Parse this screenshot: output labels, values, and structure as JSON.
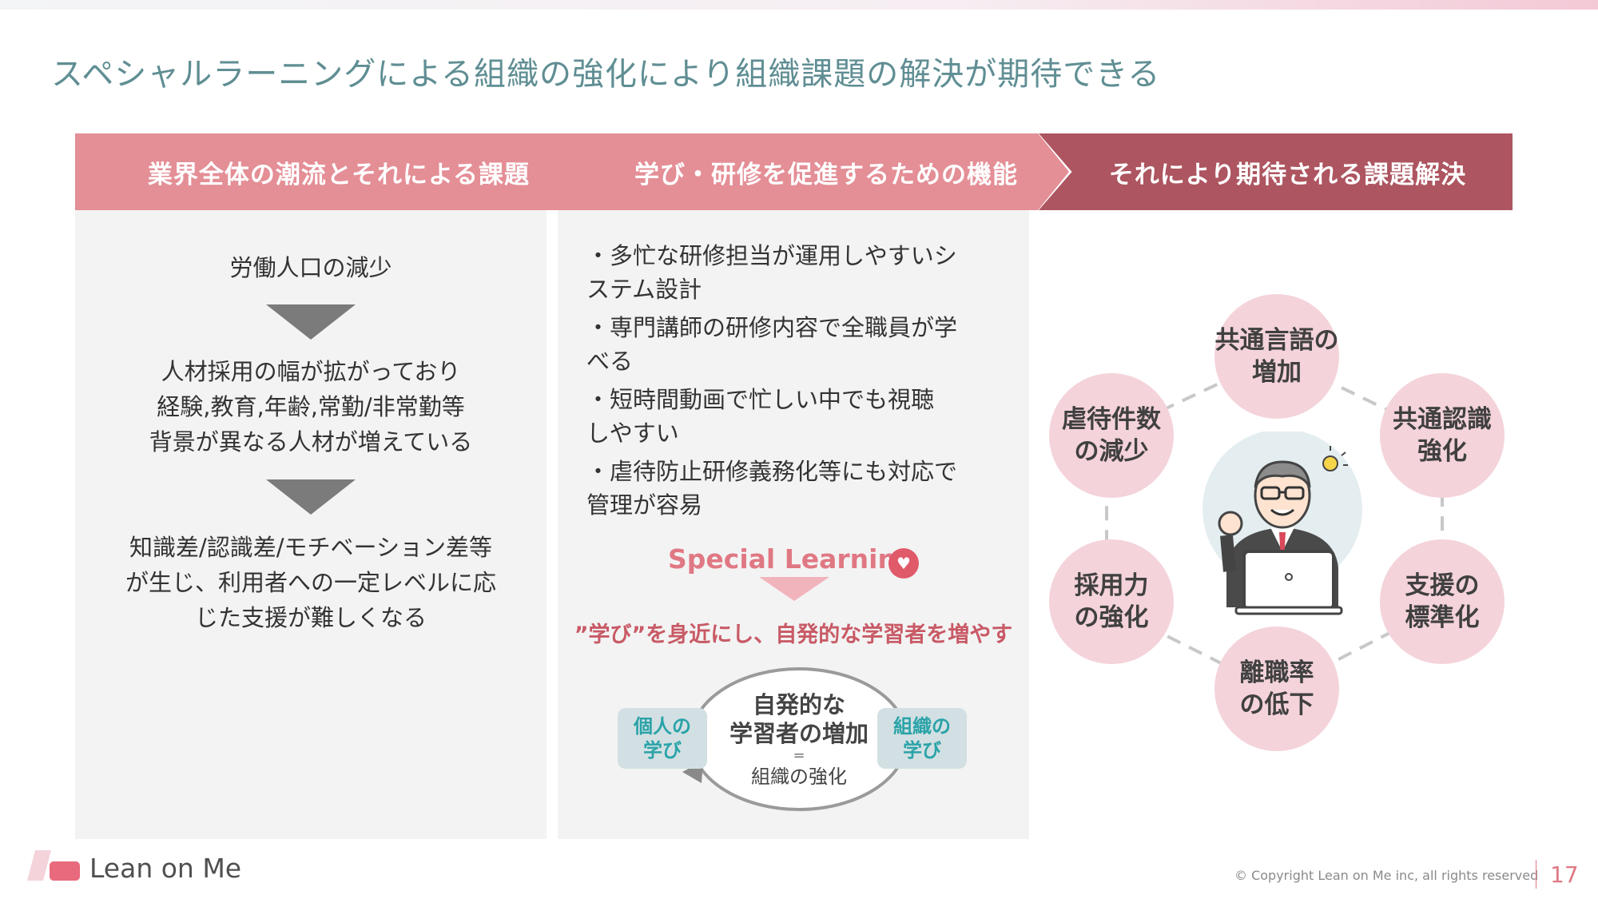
{
  "title": "スペシャルラーニングによる組織の強化により組織課題の解決が期待できる",
  "headers": {
    "col1": "業界全体の潮流とそれによる課題",
    "col2": "学び・研修を促進するための機能",
    "col3": "それにより期待される課題解決"
  },
  "col1": {
    "step1": "労働人口の減少",
    "step2": [
      "人材採用の幅が拡がっており",
      "経験,教育,年齢,常勤/非常勤等",
      "背景が異なる人材が増えている"
    ],
    "step3": [
      "知識差/認識差/モチベーション差等",
      "が生じ、利用者への一定レベルに応",
      "じた支援が難しくなる"
    ]
  },
  "col2": {
    "bullets": [
      [
        "・多忙な研修担当が運用しやすいシ",
        "ステム設計"
      ],
      [
        "・専門講師の研修内容で全職員が学",
        "べる"
      ],
      [
        "・短時間動画で忙しい中でも視聴",
        "しやすい"
      ],
      [
        "・虐待防止研修義務化等にも対応で",
        "管理が容易"
      ]
    ],
    "logo": "Special Learning",
    "tagline": "”学び”を身近にし、自発的な学習者を増やす",
    "loop": {
      "center_line1": "自発的な",
      "center_line2": "学習者の増加",
      "center_equals": "=",
      "center_sub": "組織の強化",
      "left_line1": "個人の",
      "left_line2": "学び",
      "right_line1": "組織の",
      "right_line2": "学び"
    }
  },
  "col3": {
    "circles": {
      "top": [
        "共通言語の",
        "増加"
      ],
      "top_left": [
        "虐待件数",
        "の減少"
      ],
      "top_right": [
        "共通認識",
        "強化"
      ],
      "bottom_left": [
        "採用力",
        "の強化"
      ],
      "bottom_right": [
        "支援の",
        "標準化"
      ],
      "bottom": [
        "離職率",
        "の低下"
      ]
    },
    "center_icon": "businessman-with-laptop-icon"
  },
  "footer": {
    "logo": "Lean on Me",
    "copyright": "© Copyright Lean on Me inc, all rights reserved",
    "page": "17"
  },
  "colors": {
    "header_pink": "#e48e96",
    "header_dark": "#ad5560",
    "title_teal": "#5f8e93",
    "circle_pink": "#f4d3da",
    "accent_red": "#e07884"
  }
}
